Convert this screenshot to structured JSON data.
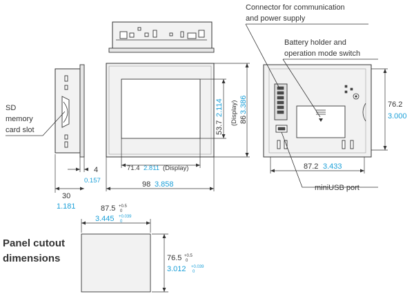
{
  "callouts": {
    "connector_line1": "Connector for communication",
    "connector_line2": "and power supply",
    "battery_line1": "Battery holder and",
    "battery_line2": "operation mode switch",
    "sd_line1": "SD",
    "sd_line2": "memory",
    "sd_line3": "card slot",
    "miniusb": "miniUSB port"
  },
  "dimensions": {
    "side_4": "4",
    "side_4_in": "0.157",
    "side_30": "30",
    "side_30_in": "1.181",
    "display_w": "71.4",
    "display_w_in": "2.811",
    "display_w_note": "(Display)",
    "front_w": "98",
    "front_w_in": "3.858",
    "display_h": "53.7",
    "display_h_in": "2.114",
    "display_h_note": "(Display)",
    "front_h": "86",
    "front_h_in": "3.386",
    "rear_w": "87.2",
    "rear_w_in": "3.433",
    "rear_h": "76.2",
    "rear_h_in": "3.000"
  },
  "cutout": {
    "title_line1": "Panel cutout",
    "title_line2": "dimensions",
    "w_mm": "87.5",
    "w_mm_tol_plus": "+0.5",
    "w_mm_tol_minus": "0",
    "w_in": "3.445",
    "w_in_tol_plus": "+0.039",
    "w_in_tol_minus": "0",
    "h_mm": "76.5",
    "h_mm_tol_plus": "+0.5",
    "h_mm_tol_minus": "0",
    "h_in": "3.012",
    "h_in_tol_plus": "+0.039",
    "h_in_tol_minus": "0"
  },
  "colors": {
    "inch_text": "#1a9fd8",
    "line": "#333333",
    "body_fill": "#f2f2f2"
  }
}
